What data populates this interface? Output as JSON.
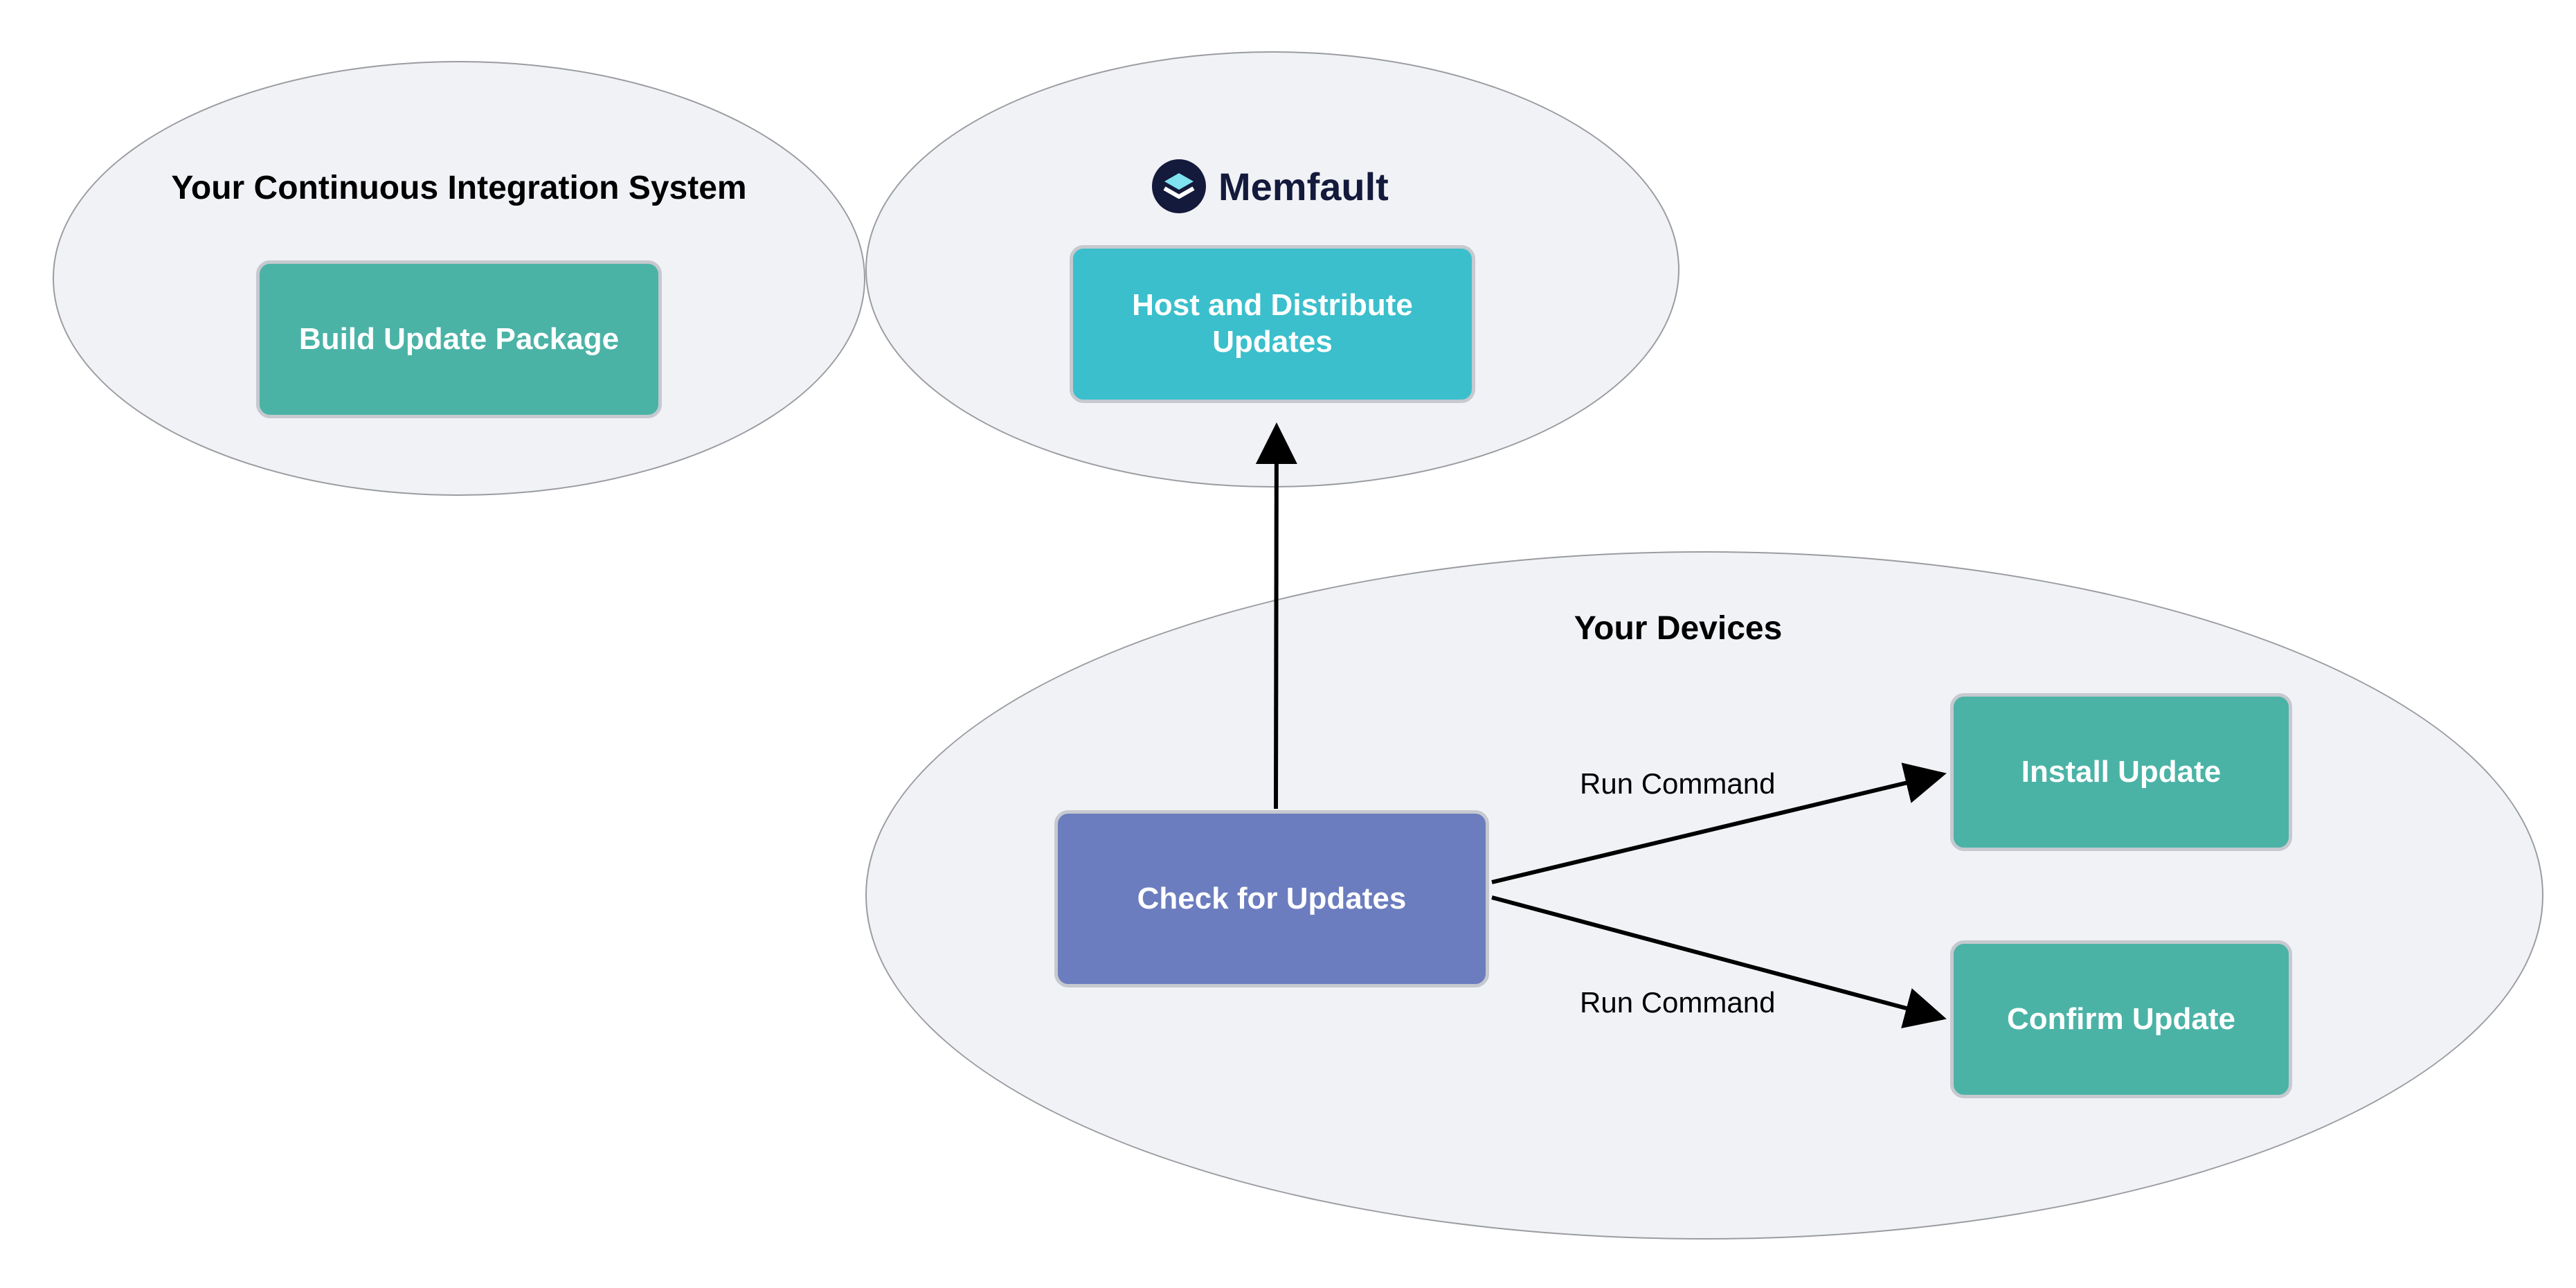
{
  "groups": {
    "ci": {
      "title": "Your Continuous Integration System"
    },
    "memfault": {
      "logo_text": "Memfault"
    },
    "devices": {
      "title": "Your Devices"
    }
  },
  "boxes": {
    "build": "Build Update Package",
    "host": "Host and Distribute Updates",
    "check": "Check for Updates",
    "install": "Install Update",
    "confirm": "Confirm Update"
  },
  "edges": {
    "install_label": "Run Command",
    "confirm_label": "Run Command"
  },
  "colors": {
    "teal": "#4ab3a6",
    "cyan": "#3bbfcc",
    "purple": "#6b7dbe",
    "ellipse_fill": "#f0f2f6",
    "logo_navy": "#141a3c"
  }
}
